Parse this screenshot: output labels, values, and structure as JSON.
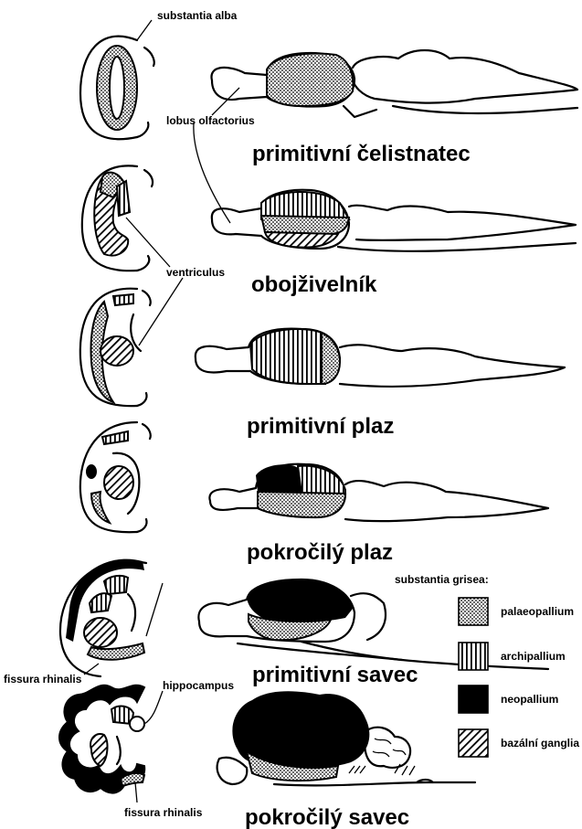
{
  "labels": {
    "substantia_alba": "substantia alba",
    "lobus_olfactorius": "lobus olfactorius",
    "ventriculus": "ventriculus",
    "fissura_rhinalis_1": "fissura rhinalis",
    "hippocampus": "hippocampus",
    "fissura_rhinalis_2": "fissura rhinalis"
  },
  "stages": [
    {
      "title": "primitivní čelistnatec"
    },
    {
      "title": "obojživelník"
    },
    {
      "title": "primitivní plaz"
    },
    {
      "title": "pokročilý plaz"
    },
    {
      "title": "primitivní savec"
    },
    {
      "title": "pokročilý savec"
    }
  ],
  "legend": {
    "heading": "substantia grisea:",
    "items": [
      {
        "label": "palaeopallium",
        "pattern": "dots"
      },
      {
        "label": "archipallium",
        "pattern": "vertical-stripes"
      },
      {
        "label": "neopallium",
        "pattern": "solid-black"
      },
      {
        "label": "bazální ganglia",
        "pattern": "diagonal-hatch"
      }
    ]
  }
}
